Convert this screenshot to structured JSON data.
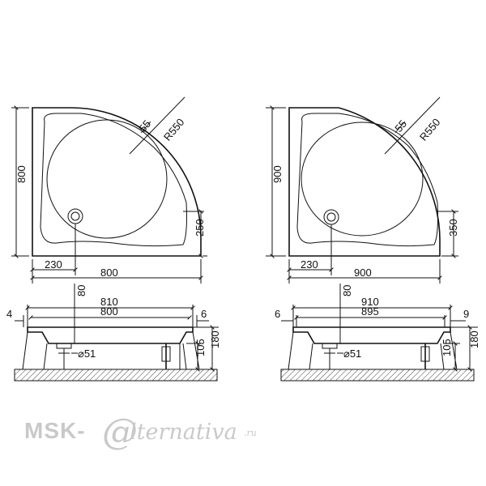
{
  "left_plan": {
    "arc_offset": "55",
    "radius": "R550",
    "height": "800",
    "drain_offset_y": "250",
    "drain_offset_x": "230",
    "width": "800"
  },
  "right_plan": {
    "arc_offset": "55",
    "radius": "R550",
    "height": "900",
    "drain_offset_y": "350",
    "drain_offset_x": "230",
    "width": "900"
  },
  "left_side": {
    "drain_from_wall": "80",
    "overall_width": "810",
    "inner_width": "800",
    "left_overhang": "4",
    "right_overhang": "6",
    "drain_diameter": "⌀51",
    "foot_height": "105",
    "total_height": "180"
  },
  "right_side": {
    "drain_from_wall": "80",
    "overall_width": "910",
    "inner_width": "895",
    "left_overhang": "6",
    "right_overhang": "9",
    "drain_diameter": "⌀51",
    "foot_height": "105",
    "total_height": "180"
  },
  "watermark": {
    "left": "MSK-",
    "at": "@",
    "right": "lternativa",
    "suffix": ".ru"
  }
}
